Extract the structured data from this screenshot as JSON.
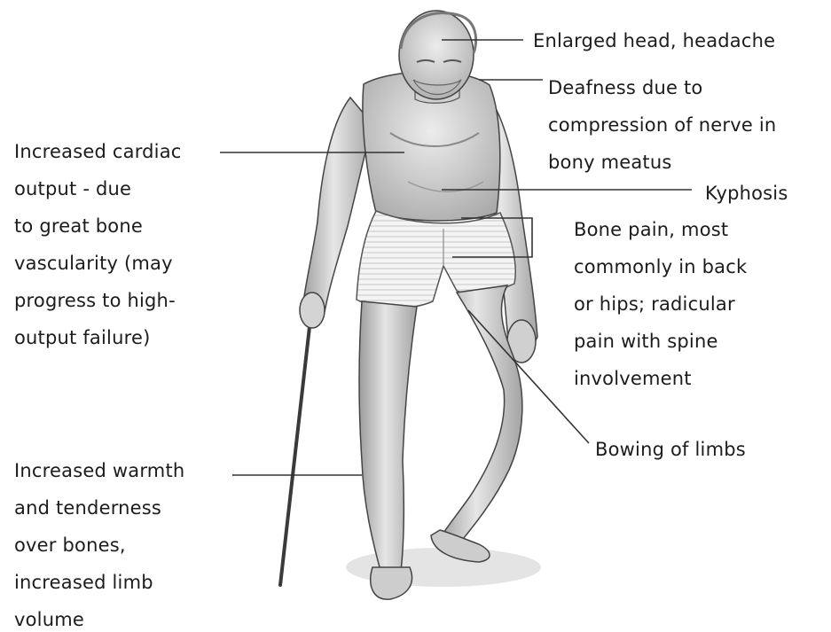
{
  "annotations": {
    "head": {
      "lines": [
        "Enlarged head, headache"
      ]
    },
    "deafness": {
      "lines": [
        "Deafness due to",
        "compression of nerve in",
        "bony meatus"
      ]
    },
    "kyphosis": {
      "lines": [
        "Kyphosis"
      ]
    },
    "bone_pain": {
      "lines": [
        "Bone pain, most",
        "commonly in back",
        "or hips; radicular",
        "pain with spine",
        "involvement"
      ]
    },
    "bowing": {
      "lines": [
        "Bowing of limbs"
      ]
    },
    "cardiac": {
      "lines": [
        "Increased cardiac",
        "output - due",
        "to great bone",
        "vascularity (may",
        "progress to high-",
        "output failure)"
      ]
    },
    "warmth": {
      "lines": [
        "Increased warmth",
        "and tenderness",
        "over bones,",
        "increased limb",
        "volume"
      ]
    }
  },
  "colors": {
    "ink": "#1c1c1c",
    "skin_fill": "#dedede",
    "skin_shade": "#bdbdbd",
    "shorts_fill": "#f2f2f2",
    "leader_line": "#333333"
  },
  "icons": [
    "elderly-man-illustration",
    "walking-cane"
  ]
}
